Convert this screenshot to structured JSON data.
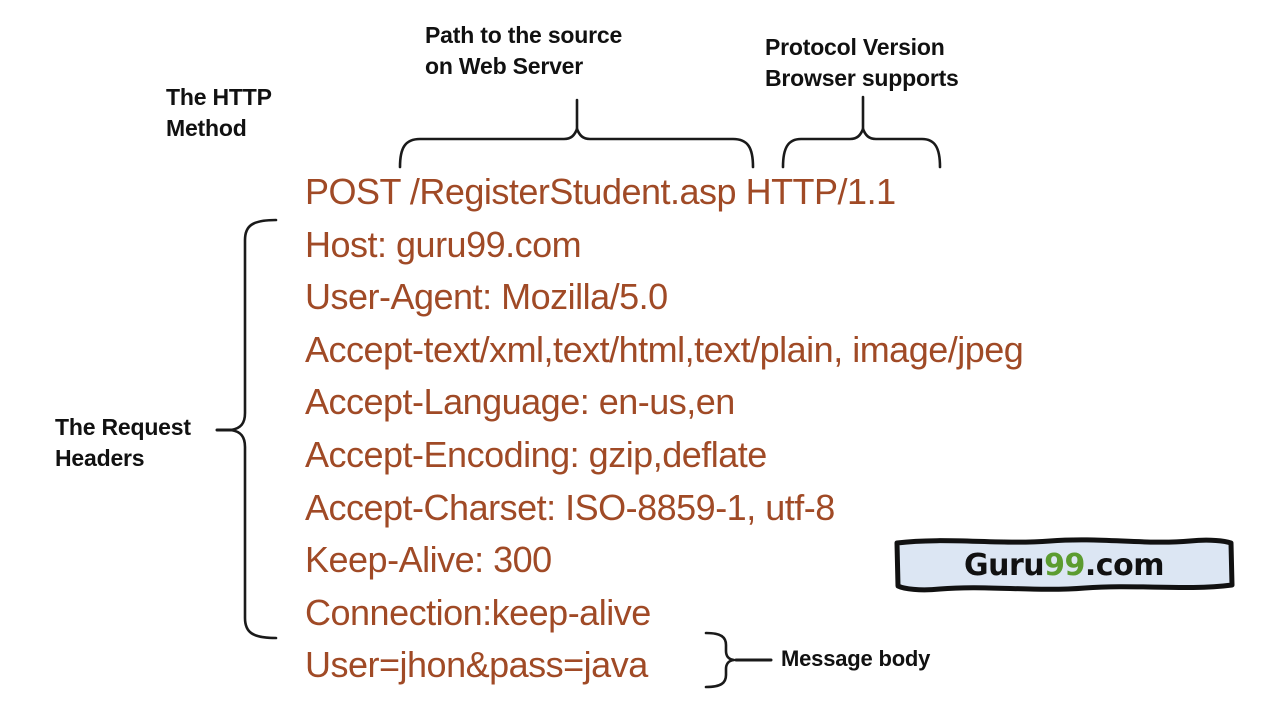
{
  "colors": {
    "request_text": "#A04A26",
    "label_text": "#111111",
    "line_color": "#1a1a1a",
    "logo_bg": "#dce6f3",
    "logo_green": "#5c9c30"
  },
  "annotations": {
    "path_label": [
      "Path to the source",
      "on Web Server"
    ],
    "protocol_label": [
      "Protocol Version",
      "Browser supports"
    ],
    "http_method_label": [
      "The HTTP",
      "Method"
    ],
    "request_headers_label": [
      "The Request",
      "Headers"
    ],
    "message_body_label": "Message body"
  },
  "request": {
    "request_line": "POST /RegisterStudent.asp HTTP/1.1",
    "headers": [
      "Host: guru99.com",
      "User-Agent: Mozilla/5.0",
      "Accept-text/xml,text/html,text/plain, image/jpeg",
      "Accept-Language: en-us,en",
      "Accept-Encoding: gzip,deflate",
      "Accept-Charset: ISO-8859-1, utf-8",
      "Keep-Alive: 300",
      "Connection:keep-alive"
    ],
    "body": "User=jhon&pass=java"
  },
  "logo": {
    "part1": "Guru",
    "part2": "99",
    "part3": ".com"
  }
}
